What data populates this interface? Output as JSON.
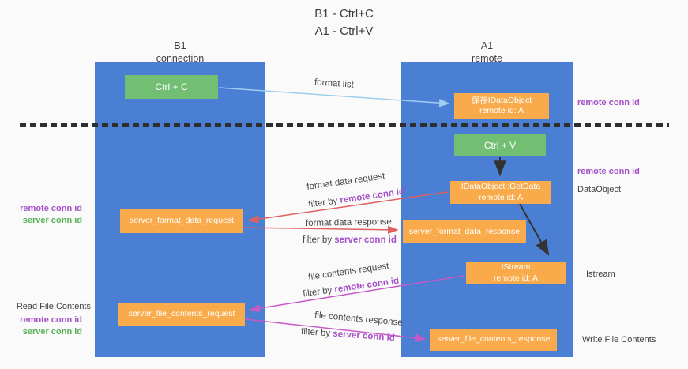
{
  "title": {
    "line1": "B1 - Ctrl+C",
    "line2": "A1 - Ctrl+V"
  },
  "lanes": {
    "left": {
      "name": "B1",
      "subtitle": "connection"
    },
    "right": {
      "name": "A1",
      "subtitle": "remote"
    }
  },
  "boxes": {
    "ctrl_c": {
      "label": "Ctrl + C"
    },
    "save_idataobject": {
      "line1": "保存IDataObject",
      "line2": "remote id: A"
    },
    "ctrl_v": {
      "label": "Ctrl + V"
    },
    "getdata": {
      "line1": "IDataObject::GetData",
      "line2": "remote id: A"
    },
    "server_format_data_request": {
      "label": "server_format_data_request"
    },
    "server_format_data_response": {
      "label": "server_format_data_response"
    },
    "istream": {
      "line1": "IStream",
      "line2": "remote id: A"
    },
    "server_file_contents_request": {
      "label": "server_file_contents_request"
    },
    "server_file_contents_response": {
      "label": "server_file_contents_response"
    }
  },
  "arrow_labels": {
    "format_list": "format list",
    "format_data_request": "format data request",
    "format_data_response": "format data response",
    "file_contents_request": "file contents request",
    "file_contents_response": "file contents response",
    "filter_prefix": "filter by ",
    "remote_conn_id": "remote conn id",
    "server_conn_id": "server conn id"
  },
  "side_labels": {
    "right_remote_conn_id_top": "remote conn id",
    "right_remote_conn_id_mid": "remote conn id",
    "data_object": "DataObject",
    "istream": "Istream",
    "write_file_contents": "Write File Contents",
    "left_remote_conn_id_top": "remote conn id",
    "left_server_conn_id_top": "server conn id",
    "read_file_contents": "Read File Contents",
    "left_remote_conn_id_bottom": "remote conn id",
    "left_server_conn_id_bottom": "server conn id"
  },
  "colors": {
    "lane_blue": "#4a7fd4",
    "box_green": "#72bf74",
    "box_orange": "#f9ab4b",
    "arrow_red": "#e06060",
    "arrow_magenta": "#c75ac7",
    "arrow_light_blue": "#9fcdee",
    "text_purple": "#a450c8",
    "text_green": "#55b157"
  }
}
